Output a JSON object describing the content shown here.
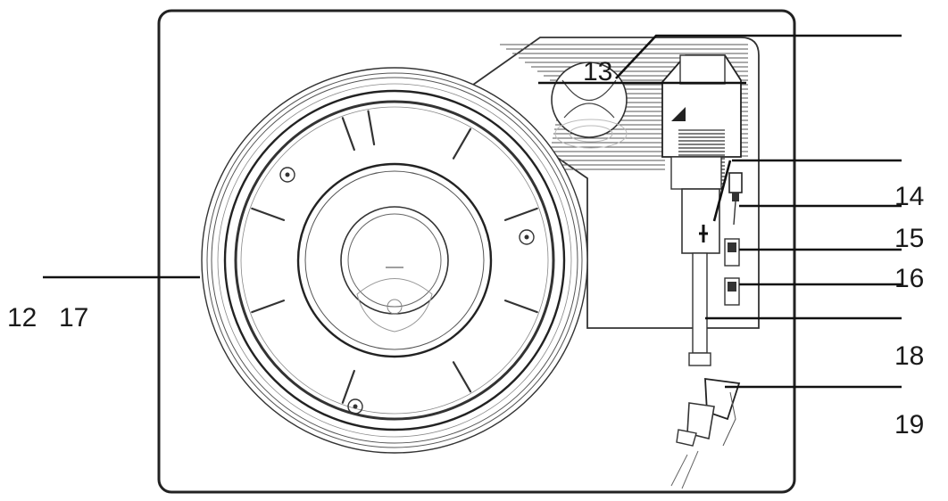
{
  "diagram": {
    "labels": {
      "l12": "12",
      "l13": "13",
      "l14": "14",
      "l15": "15",
      "l16": "16",
      "l17": "17",
      "l18": "18",
      "l19": "19"
    }
  }
}
